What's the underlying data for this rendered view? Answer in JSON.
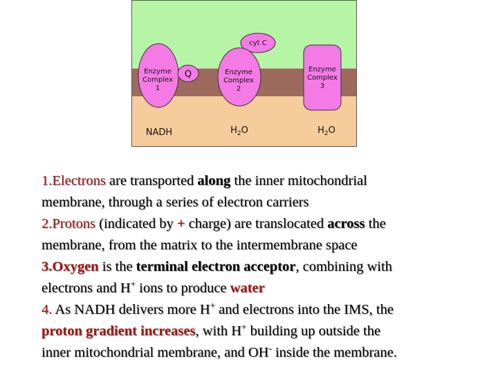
{
  "diagram": {
    "cyt_c": "cyt C",
    "q": "Q",
    "complex1": [
      "Enzyme",
      "Complex",
      "1"
    ],
    "complex2": [
      "Enzyme",
      "Complex",
      "2"
    ],
    "complex3": [
      "Enzyme",
      "Complex",
      "3"
    ],
    "nadh": "NADH",
    "h2o_1": {
      "base": "H",
      "sub": "2",
      "end": "O"
    },
    "h2o_2": {
      "base": "H",
      "sub": "2",
      "end": "O"
    },
    "colors": {
      "ims": "#b6f5a6",
      "matrix": "#f7cc9c",
      "membrane": "#9e6a5e",
      "protein": "#f47ae6",
      "border": "#555555"
    }
  },
  "text": {
    "p1": {
      "num": "1.",
      "w1": "Electrons",
      "t1": " are transported ",
      "w2": "along",
      "t2": " the inner mitochondrial",
      "line2": "membrane, through a series of electron carriers"
    },
    "p2": {
      "num": "2.",
      "w1": "Protons",
      "t1": " (indicated by ",
      "plus": "+",
      "t2": " charge) are translocated ",
      "w2": "across",
      "t3": " the",
      "line2": "membrane, from the matrix to the intermembrane space"
    },
    "p3": {
      "num": "3.",
      "w1": "Oxygen",
      "t1": " is the ",
      "w2": "terminal electron acceptor",
      "t2": ", combining with",
      "l2a": "electrons and H",
      "l2sup": "+",
      "l2b": " ions to produce ",
      "w3": "water"
    },
    "p4": {
      "num": "4.",
      "t1": " As NADH delivers more H",
      "sup1": "+",
      "t2": " and electrons into the IMS, the",
      "w1": "proton gradient increases",
      "t3": ", with H",
      "sup2": "+",
      "t4": " building up outside the",
      "l3a": "inner mitochondrial membrane, and OH",
      "sup3": "-",
      "l3b": " inside the membrane."
    }
  }
}
